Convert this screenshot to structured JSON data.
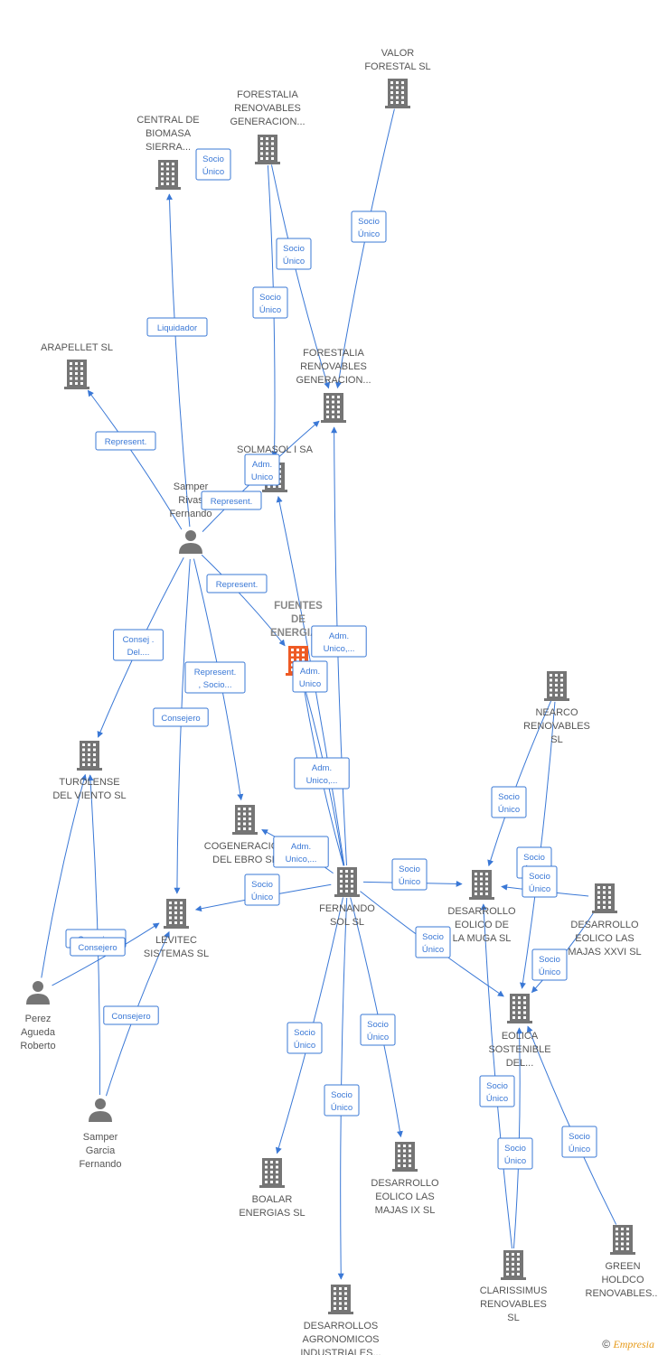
{
  "nodes": [
    {
      "id": "valor",
      "type": "company",
      "label": [
        "VALOR",
        "FORESTAL SL"
      ]
    },
    {
      "id": "forestalia1",
      "type": "company",
      "label": [
        "FORESTALIA",
        "RENOVABLES",
        "GENERACION..."
      ]
    },
    {
      "id": "central",
      "type": "company",
      "label": [
        "CENTRAL DE",
        "BIOMASA",
        "SIERRA..."
      ]
    },
    {
      "id": "arapellet",
      "type": "company",
      "label": [
        "ARAPELLET  SL"
      ]
    },
    {
      "id": "forestalia2",
      "type": "company",
      "label": [
        "FORESTALIA",
        "RENOVABLES",
        "GENERACION..."
      ]
    },
    {
      "id": "solmasol",
      "type": "company",
      "label": [
        "SOLMASOL I SA"
      ]
    },
    {
      "id": "samper_rivas",
      "type": "person",
      "label": [
        "Samper",
        "Rivas",
        "Fernando"
      ]
    },
    {
      "id": "fuentes",
      "type": "company",
      "highlight": true,
      "label": [
        "FUENTES",
        "DE",
        "ENERGIA..."
      ]
    },
    {
      "id": "turolense",
      "type": "company",
      "label": [
        "TUROLENSE",
        "DEL VIENTO SL"
      ]
    },
    {
      "id": "cogeneracion",
      "type": "company",
      "label": [
        "COGENERACION",
        "DEL EBRO  SL"
      ]
    },
    {
      "id": "levitec",
      "type": "company",
      "label": [
        "LEVITEC",
        "SISTEMAS  SL"
      ]
    },
    {
      "id": "fernando",
      "type": "company",
      "label": [
        "FERNANDO",
        "SOL SL"
      ]
    },
    {
      "id": "nearco",
      "type": "company",
      "label": [
        "NEARCO",
        "RENOVABLES",
        "SL"
      ]
    },
    {
      "id": "muga",
      "type": "company",
      "label": [
        "DESARROLLO",
        "EOLICO DE",
        "LA MUGA SL"
      ]
    },
    {
      "id": "majas26",
      "type": "company",
      "label": [
        "DESARROLLO",
        "EOLICO LAS",
        "MAJAS XXVI  SL"
      ]
    },
    {
      "id": "perez",
      "type": "person",
      "label": [
        "Perez",
        "Agueda",
        "Roberto"
      ]
    },
    {
      "id": "eolica",
      "type": "company",
      "label": [
        "EOLICA",
        "SOSTENIBLE",
        "DEL..."
      ]
    },
    {
      "id": "samper_garcia",
      "type": "person",
      "label": [
        "Samper",
        "Garcia",
        "Fernando"
      ]
    },
    {
      "id": "boalar",
      "type": "company",
      "label": [
        "BOALAR",
        "ENERGIAS  SL"
      ]
    },
    {
      "id": "majas9",
      "type": "company",
      "label": [
        "DESARROLLO",
        "EOLICO LAS",
        "MAJAS IX  SL"
      ]
    },
    {
      "id": "clarissimus",
      "type": "company",
      "label": [
        "CLARISSIMUS",
        "RENOVABLES",
        "SL"
      ]
    },
    {
      "id": "green",
      "type": "company",
      "label": [
        "GREEN",
        "HOLDCO",
        "RENOVABLES..."
      ]
    },
    {
      "id": "agronomicos",
      "type": "company",
      "label": [
        "DESARROLLOS",
        "AGRONOMICOS",
        "INDUSTRIALES..."
      ]
    }
  ],
  "edges": [
    {
      "from": "valor",
      "to": "forestalia2",
      "label": [
        "Socio",
        "Único"
      ]
    },
    {
      "from": "forestalia1",
      "to": "solmasol",
      "label": [
        "Socio",
        "Único"
      ]
    },
    {
      "from": "forestalia1",
      "to": "forestalia2",
      "label": [
        "Socio",
        "Único"
      ]
    },
    {
      "from": "forestalia1",
      "to": "central",
      "label": [
        "Socio",
        "Único"
      ],
      "noline": true
    },
    {
      "from": "samper_rivas",
      "to": "central",
      "label": [
        "Liquidador"
      ]
    },
    {
      "from": "samper_rivas",
      "to": "arapellet",
      "label": [
        "Represent."
      ]
    },
    {
      "from": "samper_rivas",
      "to": "forestalia2",
      "label": [
        "Represent."
      ]
    },
    {
      "from": "samper_rivas",
      "to": "fuentes",
      "label": [
        "Represent."
      ]
    },
    {
      "from": "samper_rivas",
      "to": "turolense",
      "label": [
        "Consej .",
        "Del...."
      ]
    },
    {
      "from": "samper_rivas",
      "to": "cogeneracion",
      "label": [
        "Represent.",
        ", Socio..."
      ]
    },
    {
      "from": "samper_rivas",
      "to": "levitec",
      "label": [
        "Consejero"
      ]
    },
    {
      "from": "fernando",
      "to": "solmasol",
      "label": [
        "Adm.",
        "Unico"
      ]
    },
    {
      "from": "fernando",
      "to": "forestalia2",
      "label": [
        "Adm.",
        "Unico,..."
      ]
    },
    {
      "from": "fernando",
      "to": "fuentes",
      "label": [
        "Adm.",
        "Unico"
      ]
    },
    {
      "from": "fernando",
      "to": "fuentes",
      "label": [
        "Adm.",
        "Unico,..."
      ]
    },
    {
      "from": "fernando",
      "to": "cogeneracion",
      "label": [
        "Adm.",
        "Unico,..."
      ]
    },
    {
      "from": "fernando",
      "to": "levitec",
      "label": [
        "Socio",
        "Único"
      ]
    },
    {
      "from": "fernando",
      "to": "muga",
      "label": [
        "Socio",
        "Único"
      ]
    },
    {
      "from": "fernando",
      "to": "eolica",
      "label": [
        "Socio",
        "Único"
      ]
    },
    {
      "from": "fernando",
      "to": "boalar",
      "label": [
        "Socio",
        "Único"
      ]
    },
    {
      "from": "fernando",
      "to": "agronomicos",
      "label": [
        "Socio",
        "Único"
      ]
    },
    {
      "from": "fernando",
      "to": "majas9",
      "label": [
        "Socio",
        "Único"
      ]
    },
    {
      "from": "nearco",
      "to": "muga",
      "label": [
        "Socio",
        "Único"
      ]
    },
    {
      "from": "nearco",
      "to": "eolica",
      "label": [
        "Socio",
        "Único"
      ]
    },
    {
      "from": "majas26",
      "to": "muga",
      "label": [
        "Socio",
        "Único"
      ]
    },
    {
      "from": "majas26",
      "to": "eolica",
      "label": [
        "Socio",
        "Único"
      ]
    },
    {
      "from": "perez",
      "to": "turolense",
      "label": [
        "Consej...."
      ]
    },
    {
      "from": "perez",
      "to": "levitec",
      "label": [
        "Consejero"
      ]
    },
    {
      "from": "samper_garcia",
      "to": "levitec",
      "label": [
        "Consejero"
      ]
    },
    {
      "from": "samper_garcia",
      "to": "turolense",
      "label": [],
      "noBox": true
    },
    {
      "from": "clarissimus",
      "to": "muga",
      "label": [
        "Socio",
        "Único"
      ]
    },
    {
      "from": "clarissimus",
      "to": "eolica",
      "label": [
        "Socio",
        "Único"
      ]
    },
    {
      "from": "green",
      "to": "eolica",
      "label": [
        "Socio",
        "Único"
      ]
    }
  ],
  "footer": {
    "copyright_symbol": "©",
    "brand": "Empresia"
  }
}
